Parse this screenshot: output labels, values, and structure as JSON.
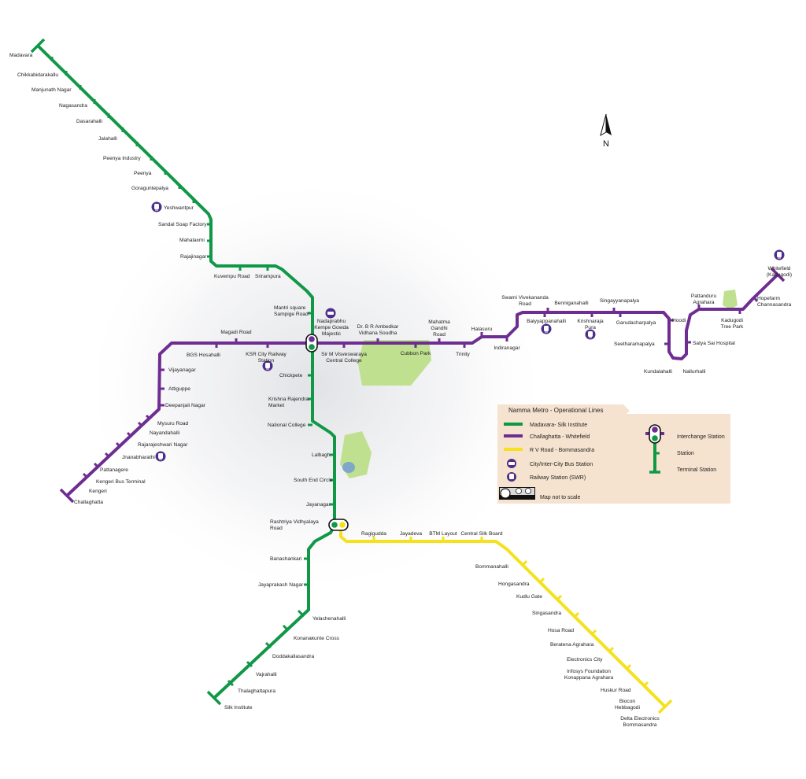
{
  "north_label": "N",
  "colors": {
    "green": "#109847",
    "purple": "#6e2d91",
    "yellow": "#f5e11c",
    "park": "#bfe08f",
    "lake": "#7fa7c9",
    "legend_bg": "#f6e3cf",
    "station_badge": "#4c2e8b"
  },
  "lines": [
    {
      "id": "green",
      "name": "Madavara- Silk Institute"
    },
    {
      "id": "purple",
      "name": "Challaghatta - Whitefield"
    },
    {
      "id": "yellow",
      "name": "R V Road - Bommasandra"
    }
  ],
  "legend": {
    "title": "Namma Metro - Operational Lines",
    "bus_station": "City/Inter-City Bus Station",
    "railway_station": "Railway Station (SWR)",
    "interchange": "Interchange Station",
    "station": "Station",
    "terminal": "Terminal Station",
    "not_to_scale": "Map not to scale",
    "license_icon": "creative-commons-icon"
  },
  "stations": {
    "madavara": [
      "Madavara"
    ],
    "chikkabidarakallu": [
      "Chikkabidarakallu"
    ],
    "manjunath_nagar": [
      "Manjunath Nagar"
    ],
    "nagasandra": [
      "Nagasandra"
    ],
    "dasarahalli": [
      "Dasarahalli"
    ],
    "jalahalli": [
      "Jalahalli"
    ],
    "peenya_industry": [
      "Peenya Industry"
    ],
    "peenya": [
      "Peenya"
    ],
    "goraguntepalya": [
      "Goraguntepalya"
    ],
    "yeshwantpur": [
      "Yeshwantpur"
    ],
    "sandal_soap_factory": [
      "Sandal Soap Factory"
    ],
    "mahalaxmi": [
      "Mahalaxmi"
    ],
    "rajajinagar": [
      "Rajajinagar"
    ],
    "kuvempu_road": [
      "Kuvempu Road"
    ],
    "srirampura": [
      "Srirampura"
    ],
    "mantri_square": [
      "Mantri square",
      "Sampige Road"
    ],
    "majestic": [
      "Nadaprabhu",
      "Kempe Gowda",
      "Majestic"
    ],
    "chickpete": [
      "Chickpete"
    ],
    "kr_market": [
      "Krishna Rajendra",
      "Market"
    ],
    "national_college": [
      "National College"
    ],
    "lalbagh": [
      "Lalbagh"
    ],
    "south_end_circle": [
      "South End Circle"
    ],
    "jayanagar": [
      "Jayanagar"
    ],
    "rv_road": [
      "Rashtriya Vidhyalaya",
      "Road"
    ],
    "banashankari": [
      "Banashankari"
    ],
    "jayaprakash_nagar": [
      "Jayaprakash Nagar"
    ],
    "yelachenahalli": [
      "Yelachenahalli"
    ],
    "konanakunte_cross": [
      "Konanakunte Cross"
    ],
    "doddakallasandra": [
      "Doddakallasandra"
    ],
    "vajrahalli": [
      "Vajrahalli"
    ],
    "thalaghattapura": [
      "Thalaghattapura"
    ],
    "silk_institute": [
      "Silk Institute"
    ],
    "magadi_road": [
      "Magadi Road"
    ],
    "bgs_hosahalli": [
      "BGS Hosahalli"
    ],
    "ksr_city_railway": [
      "KSR City Railway",
      "Station"
    ],
    "vijayanagar": [
      "Vijayanagar"
    ],
    "attiguppe": [
      "Attiguppe"
    ],
    "deepanjali_nagar": [
      "Deepanjali Nagar"
    ],
    "mysuru_road": [
      "Mysuru Road"
    ],
    "nayandahalli": [
      "Nayandahalli"
    ],
    "rajarajeshwari_nagar": [
      "Rajarajeshwari Nagar"
    ],
    "jnanabharathi": [
      "Jnanabharathi"
    ],
    "pattanagere": [
      "Pattanagere"
    ],
    "kengeri_bus_terminal": [
      "Kengeri Bus Terminal"
    ],
    "kengeri": [
      "Kengeri"
    ],
    "challaghatta": [
      "Challaghatta"
    ],
    "sir_mv": [
      "Sir M Visveswaraya",
      "Central College"
    ],
    "vidhana_soudha": [
      "Dr. B R Ambedkar",
      "Vidhana Soudha"
    ],
    "cubbon_park": [
      "Cubbon Park"
    ],
    "mg_road": [
      "Mahatma",
      "Gandhi",
      "Road"
    ],
    "trinity": [
      "Trinity"
    ],
    "halasuru": [
      "Halasuru"
    ],
    "indiranagar": [
      "Indiranagar"
    ],
    "swami_vivekananda": [
      "Swami Vivekananda",
      "Road"
    ],
    "baiyyappanahalli": [
      "Baiyyappanahalli"
    ],
    "benniganahalli": [
      "Benniganahalli"
    ],
    "kr_pura": [
      "Krishnaraja",
      "Pura"
    ],
    "singayyanapalya": [
      "Singayyanapalya"
    ],
    "garudacharpalya": [
      "Garudacharpalya"
    ],
    "hoodi": [
      "Hoodi"
    ],
    "seetharamapalya": [
      "Seetharamapalya"
    ],
    "kundalahalli": [
      "Kundalahalli"
    ],
    "nallurhalli": [
      "Nallurhalli"
    ],
    "sathya_sai_hospital": [
      "Satya Sai Hospital"
    ],
    "pattandur_agrahara": [
      "Pattanduru",
      "Agrahara"
    ],
    "kadugodi_tree_park": [
      "Kadugodi",
      "Tree Park"
    ],
    "hopefarm": [
      "Hopefarm",
      "Channasandra"
    ],
    "whitefield": [
      "Whitefield",
      "(Kadugodi)"
    ],
    "ragigudda": [
      "Ragigudda"
    ],
    "jayadeva": [
      "Jayadeva"
    ],
    "btm_layout": [
      "BTM Layout"
    ],
    "central_silk_board": [
      "Central Silk Board"
    ],
    "bommanahalli": [
      "Bommanahalli"
    ],
    "hongasandra": [
      "Hongasandra"
    ],
    "kudlu_gate": [
      "Kudlu Gate"
    ],
    "singasandra": [
      "Singasandra"
    ],
    "hosa_road": [
      "Hosa Road"
    ],
    "beratena_agrahara": [
      "Beratena Agrahara"
    ],
    "electronics_city": [
      "Electronics City"
    ],
    "infosys_foundation": [
      "Infosys Foundation",
      "Konappana Agrahara"
    ],
    "huskur_road": [
      "Huskur Road"
    ],
    "biocon_hebbagodi": [
      "Biocon",
      "Hebbagodi"
    ],
    "delta_electronics": [
      "Delta Electronics",
      "Bommasandra"
    ]
  }
}
